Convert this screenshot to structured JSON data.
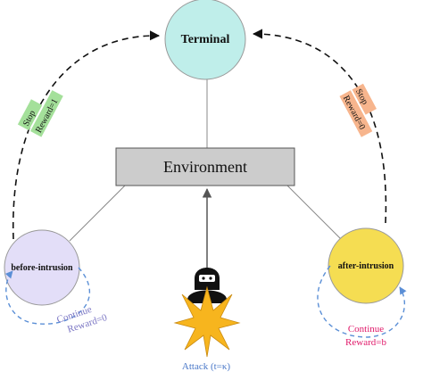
{
  "nodes": {
    "terminal": {
      "label": "Terminal",
      "color": "#bfeeea"
    },
    "environment": {
      "label": "Environment",
      "color": "#cccccc"
    },
    "before_intrusion": {
      "label": "before-intrusion",
      "color": "#e3def8"
    },
    "after_intrusion": {
      "label": "after-intrusion",
      "color": "#f5dd52"
    }
  },
  "edges": {
    "stop_left": {
      "line1": "Stop",
      "line2": "Reward=1",
      "color": "#a4e09a"
    },
    "stop_right": {
      "line1": "Stop",
      "line2": "Reward=0",
      "color": "#f7b58d"
    },
    "continue_left": {
      "line1": "Continue",
      "line2": "Reward=0",
      "color": "#7b76c4"
    },
    "continue_right": {
      "line1": "Continue",
      "line2": "Reward=b",
      "color": "#e01a6a"
    }
  },
  "attack": {
    "label": "Attack (t=κ)",
    "label_color": "#4a78c8",
    "star_color": "#f7b51e",
    "icon": "hooded-hacker-icon"
  },
  "colors": {
    "dashed_arrow": "#111111",
    "loop_arrow": "#5b8fd6",
    "connector": "#888888"
  }
}
